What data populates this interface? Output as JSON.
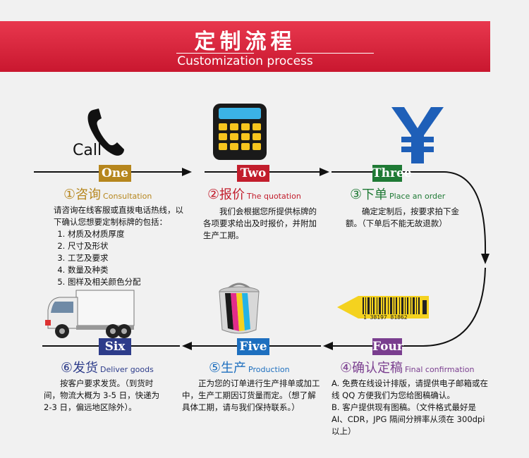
{
  "header": {
    "title": "定制流程",
    "subtitle": "Customization process"
  },
  "icons": {
    "call_text": "Call",
    "barcode_number": "1 38197 81862"
  },
  "colors": {
    "banner": "#d9233a",
    "one": "#b6861d",
    "two": "#c21d2c",
    "three": "#1f7a35",
    "four": "#7a3e8f",
    "five": "#1d6fbf",
    "six": "#2d3c8a"
  },
  "steps": [
    {
      "label": "One",
      "num": "①",
      "title": "咨询",
      "en": "Consultation",
      "desc_intro": "请咨询在线客服或直拨电话热线，以下确认您想要定制标牌的包括：",
      "desc_items": [
        "材质及材质厚度",
        "尺寸及形状",
        "工艺及要求",
        "数量及种类",
        "图样及相关颜色分配"
      ]
    },
    {
      "label": "Two",
      "num": "②",
      "title": "报价",
      "en": "The quotation",
      "desc": "我们会根据您所提供标牌的各项要求给出及时报价，并附加生产工期。"
    },
    {
      "label": "Three",
      "num": "③",
      "title": "下单",
      "en": "Place an order",
      "desc": "确定定制后，按要求拍下金额。（下单后不能无故退款）"
    },
    {
      "label": "Four",
      "num": "④",
      "title": "确认定稿",
      "en": "Final confirmation",
      "desc_a": "A. 免费在线设计排版，请提供电子邮箱或在线 QQ 方便我们为您给图稿确认。",
      "desc_b": "B. 客户提供现有图稿。（文件格式最好是 AI、CDR，JPG 隔间分辨率从须在 300dpi 以上）"
    },
    {
      "label": "Five",
      "num": "⑤",
      "title": "生产",
      "en": "Production",
      "desc": "正为您的订单进行生产排单或加工中，生产工期因订货量而定。（想了解具体工期，请与我们保持联系。）"
    },
    {
      "label": "Six",
      "num": "⑥",
      "title": "发货",
      "en": "Deliver goods",
      "desc": "按客户要求发货。（到货时间，物流大概为 3-5 日，快递为 2-3 日，偏远地区除外）。"
    }
  ]
}
